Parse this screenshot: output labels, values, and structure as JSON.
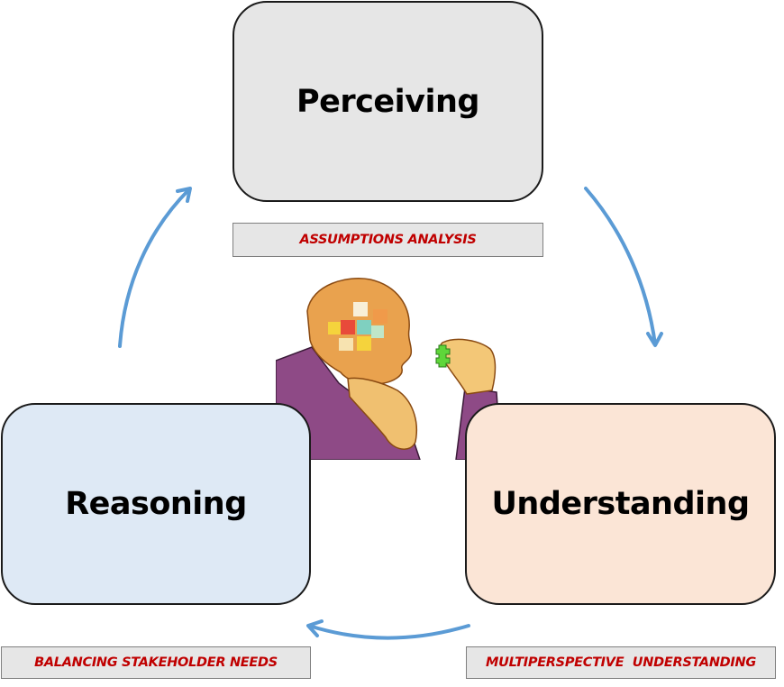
{
  "diagram": {
    "type": "cycle",
    "stages": [
      {
        "id": "perceiving",
        "title": "Perceiving",
        "label": "ASSUMPTIONS ANALYSIS",
        "fill": "#e6e6e6"
      },
      {
        "id": "understanding",
        "title": "Understanding",
        "label": "MULTIPERSPECTIVE  UNDERSTANDING",
        "fill": "#fbe5d6"
      },
      {
        "id": "reasoning",
        "title": "Reasoning",
        "label": "BALANCING STAKEHOLDER NEEDS",
        "fill": "#dee9f5"
      }
    ],
    "edges": [
      {
        "from": "perceiving",
        "to": "understanding"
      },
      {
        "from": "understanding",
        "to": "reasoning"
      },
      {
        "from": "reasoning",
        "to": "perceiving"
      }
    ],
    "center_image": "thinker-puzzle-head-illustration",
    "colors": {
      "arrow": "#5b9bd5",
      "label_text": "#c00000",
      "label_bg": "#e6e6e6",
      "box_border": "#1a1a1a"
    }
  }
}
